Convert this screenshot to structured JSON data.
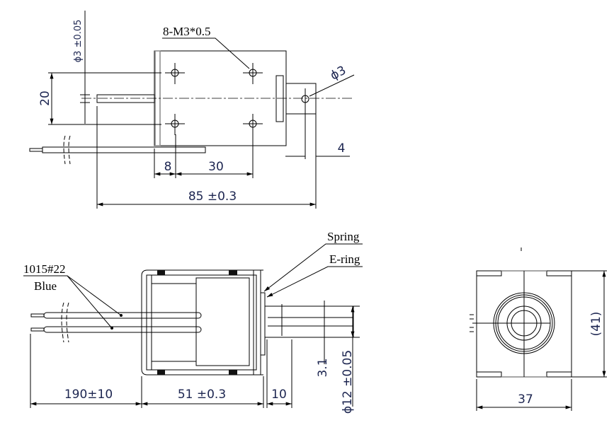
{
  "top_view": {
    "hole_callout": "8-M3*0.5",
    "pin_hole_dia": "ϕ3",
    "rod_dia": "ϕ3 ±0.05",
    "height": "20",
    "hole_offset": "8",
    "hole_pitch": "30",
    "overall_length": "85 ±0.3",
    "hole_to_end": "4"
  },
  "side_view": {
    "wire_spec": "1015#22",
    "wire_color": "Blue",
    "spring_label": "Spring",
    "ering_label": "E-ring",
    "wire_length": "190±10",
    "body_length": "51 ±0.3",
    "stroke": "10",
    "slot": "3.1",
    "plunger_dia": "ϕ12 ±0.05"
  },
  "end_view": {
    "width": "37",
    "height": "(41)"
  }
}
